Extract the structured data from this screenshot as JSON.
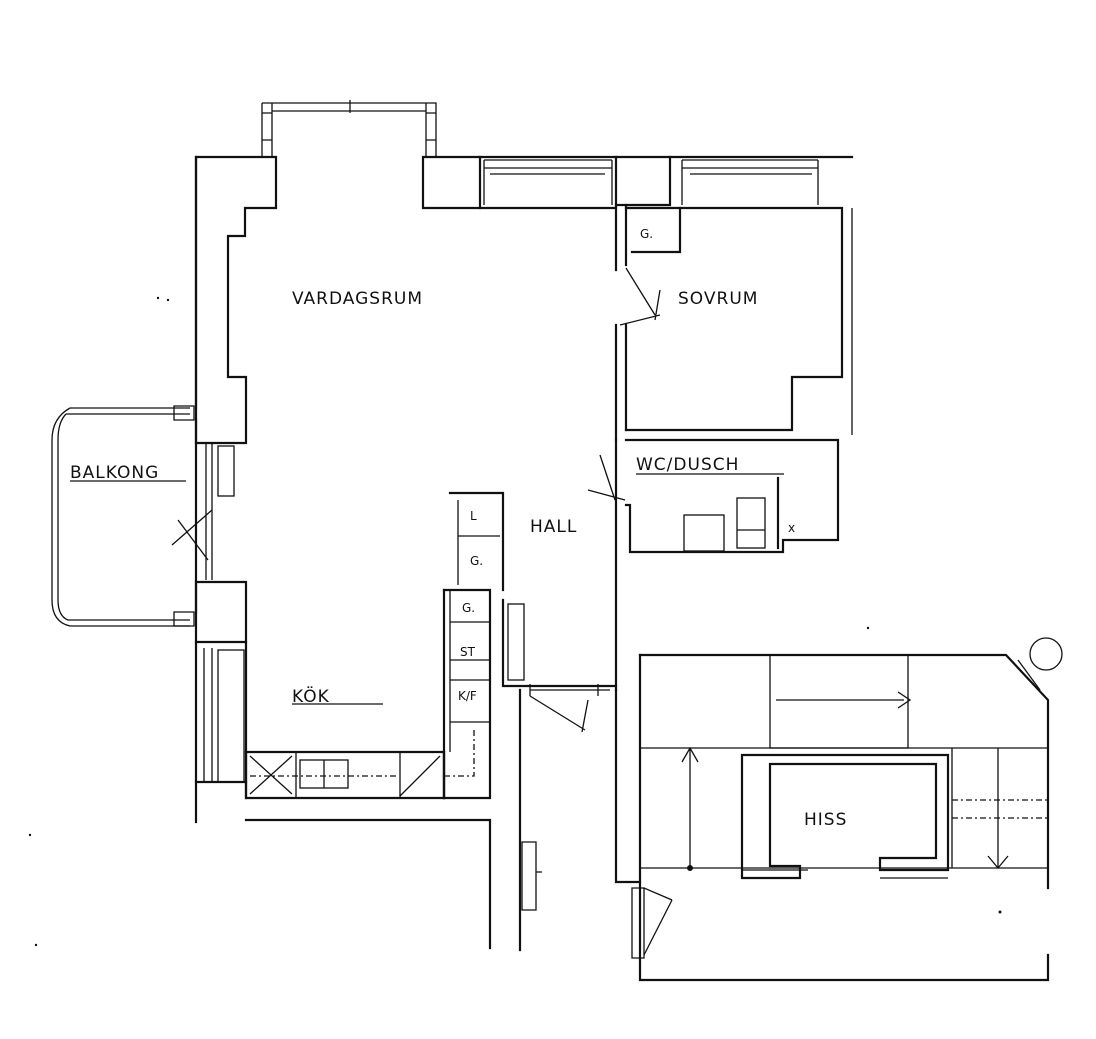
{
  "rooms": {
    "vardagsrum": "VARDAGSRUM",
    "sovrum": "SOVRUM",
    "balkong": "BALKONG",
    "wc_dusch": "WC/DUSCH",
    "hall": "HALL",
    "kok": "KÖK",
    "hiss": "HISS"
  },
  "cabinets": {
    "g_sovrum": "G.",
    "l_hall": "L",
    "g_hall": "G.",
    "g_kok": "G.",
    "st_kok": "ST",
    "kf_kok": "K/F",
    "x_wc": "x"
  },
  "stroke_color": "#111111"
}
